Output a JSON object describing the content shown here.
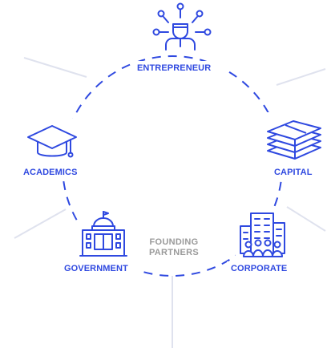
{
  "colors": {
    "accent": "#2f49e0",
    "connector": "#dfe2ee",
    "center_text": "#9a9a9a",
    "background": "#ffffff"
  },
  "nodes": {
    "entrepreneur": {
      "label": "ENTREPRENEUR",
      "icon": "entrepreneur-ideas-icon"
    },
    "academics": {
      "label": "ACADEMICS",
      "icon": "graduation-cap-icon"
    },
    "capital": {
      "label": "CAPITAL",
      "icon": "money-stack-icon"
    },
    "government": {
      "label": "GOVERNMENT",
      "icon": "government-building-icon"
    },
    "corporate": {
      "label": "CORPORATE",
      "icon": "corporate-office-icon"
    }
  },
  "center": {
    "line1": "FOUNDING",
    "line2": "PARTNERS"
  }
}
